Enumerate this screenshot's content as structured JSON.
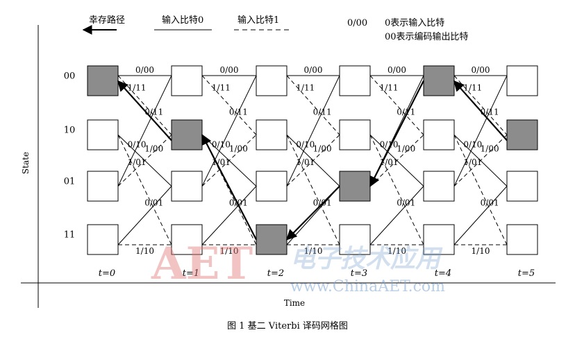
{
  "legend": {
    "survivor_path": "幸存路径",
    "input_bit_0": "输入比特0",
    "input_bit_1": "输入比特1",
    "notation_key": "0/00",
    "notation_line1": "0表示输入比特",
    "notation_line2": "00表示编码输出比特"
  },
  "axes": {
    "y_label": "State",
    "x_label": "Time"
  },
  "states": [
    "00",
    "10",
    "01",
    "11"
  ],
  "time_steps": [
    "t=0",
    "t=1",
    "t=2",
    "t=3",
    "t=4",
    "t=5"
  ],
  "highlighted_nodes": [
    {
      "time": 0,
      "state": "00"
    },
    {
      "time": 1,
      "state": "10"
    },
    {
      "time": 2,
      "state": "11"
    },
    {
      "time": 3,
      "state": "01"
    },
    {
      "time": 4,
      "state": "00"
    },
    {
      "time": 5,
      "state": "10"
    }
  ],
  "branch_labels": {
    "s00_to_00": "0/00",
    "s00_to_10": "1/11",
    "s10_to_01": "0/10",
    "s10_to_11": "1/01",
    "s01_to_00": "0/11",
    "s01_to_10": "1/00",
    "s11_to_01": "0/01",
    "s11_to_11": "1/10"
  },
  "watermark": {
    "logo": "AET",
    "chinese": "电子技术应用",
    "site": "www.ChinaAET.com"
  },
  "caption": "图 1   基二 Viterbi 译码网格图"
}
